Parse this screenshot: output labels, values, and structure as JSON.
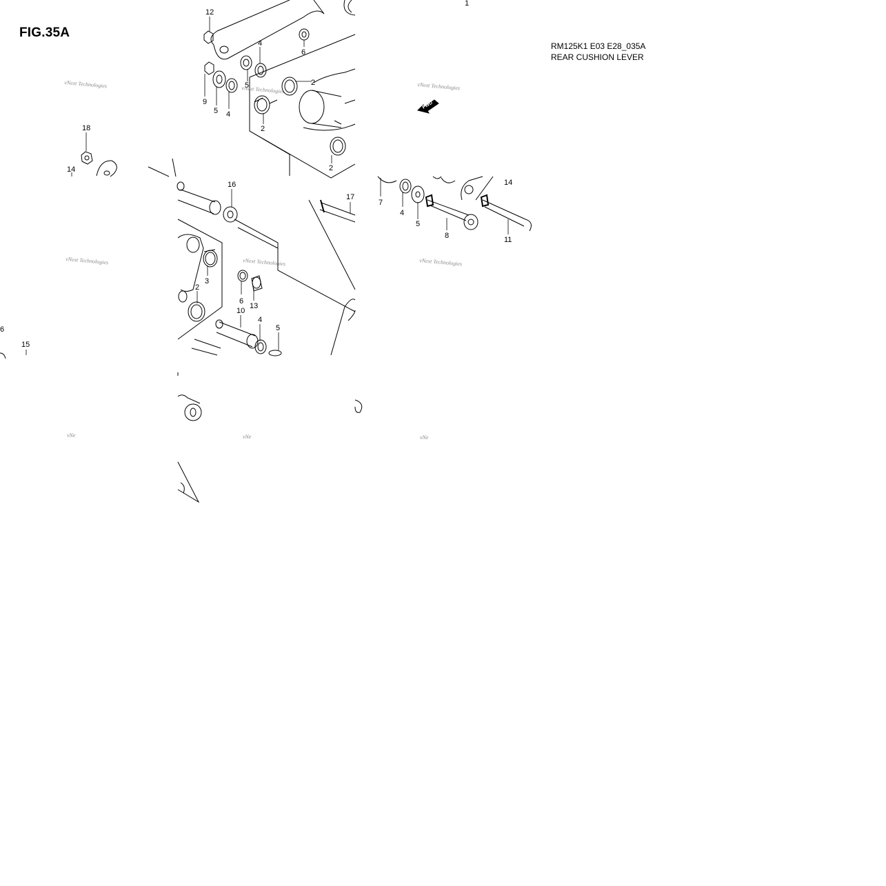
{
  "figure": {
    "title": "FIG.35A",
    "model_code": "RM125K1 E03 E28_035A",
    "name": "REAR CUSHION LEVER"
  },
  "watermark": {
    "text": "vNext Technologies",
    "fragment": "vNe"
  },
  "fwd_arrow": {
    "label": "FWD"
  },
  "callouts": [
    "1",
    "2",
    "2",
    "2",
    "2",
    "3",
    "4",
    "4",
    "4",
    "4",
    "5",
    "5",
    "5",
    "5",
    "6",
    "6",
    "6",
    "7",
    "8",
    "9",
    "10",
    "11",
    "12",
    "13",
    "14",
    "14",
    "15",
    "16",
    "17",
    "18"
  ],
  "colors": {
    "ink": "#000000",
    "watermark": "#888888",
    "background": "#ffffff"
  }
}
